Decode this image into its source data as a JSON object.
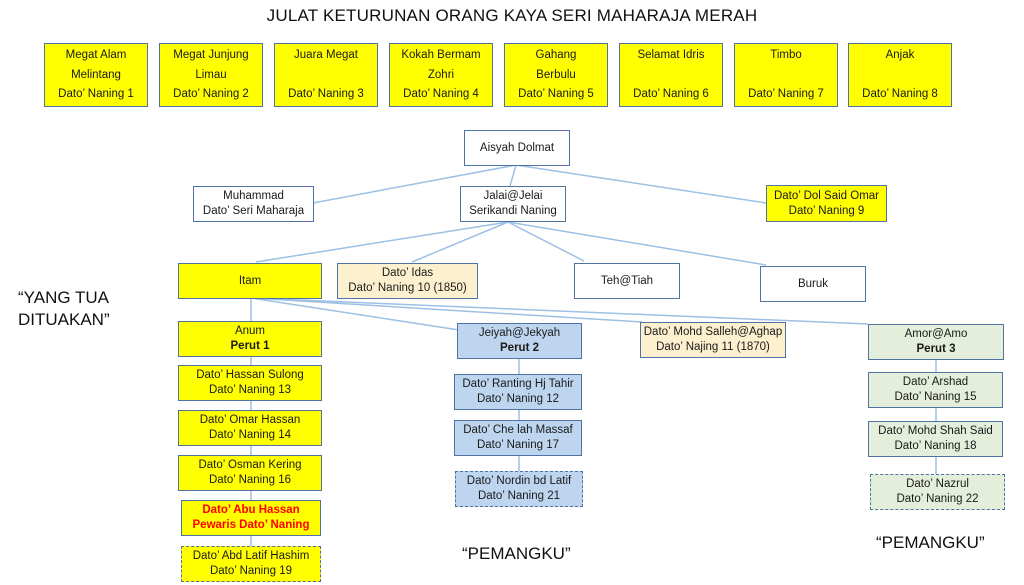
{
  "title": "JULAT KETURUNAN ORANG KAYA SERI MAHARAJA MERAH",
  "top_row": [
    {
      "line1": "Megat Alam",
      "line2": "Melintang",
      "line3": "Dato’ Naning 1"
    },
    {
      "line1": "Megat Junjung",
      "line2": "Limau",
      "line3": "Dato’ Naning 2"
    },
    {
      "line1": "Juara Megat",
      "line2": "",
      "line3": "Dato’ Naning 3"
    },
    {
      "line1": "Kokah Bermam",
      "line2": "Zohri",
      "line3": "Dato’ Naning 4"
    },
    {
      "line1": "Gahang",
      "line2": "Berbulu",
      "line3": "Dato’ Naning 5"
    },
    {
      "line1": "Selamat Idris",
      "line2": "",
      "line3": "Dato’ Naning 6"
    },
    {
      "line1": "Timbo",
      "line2": "",
      "line3": "Dato’ Naning 7"
    },
    {
      "line1": "Anjak",
      "line2": "",
      "line3": "Dato’ Naning  8"
    }
  ],
  "tree": {
    "aisyah": {
      "line1": "Aisyah Dolmat"
    },
    "muhammad": {
      "line1": "Muhammad",
      "line2": "Dato’ Seri Maharaja"
    },
    "jalai": {
      "line1": "Jalai@Jelai",
      "line2": "Serikandi Naning"
    },
    "dol_said": {
      "line1": "Dato’ Dol Said Omar",
      "line2": "Dato’ Naning 9"
    },
    "itam": {
      "line1": "Itam"
    },
    "idas": {
      "line1": "Dato’ Idas",
      "line2": "Dato’ Naning 10 (1850)"
    },
    "teh": {
      "line1": "Teh@Tiah"
    },
    "buruk": {
      "line1": "Buruk"
    },
    "anum": {
      "line1": "Anum",
      "line2": "Perut 1"
    },
    "jeiyah": {
      "line1": "Jeiyah@Jekyah",
      "line2": "Perut 2"
    },
    "mohd_salleh": {
      "line1": "Dato’ Mohd Salleh@Aghap",
      "line2": "Dato’ Najing 11 (1870)"
    },
    "amor": {
      "line1": "Amor@Amo",
      "line2": "Perut 3"
    },
    "perut1": [
      {
        "line1": "Dato’ Hassan Sulong",
        "line2": "Dato’ Naning 13"
      },
      {
        "line1": "Dato’ Omar Hassan",
        "line2": "Dato’ Naning 14"
      },
      {
        "line1": "Dato’ Osman Kering",
        "line2": "Dato’ Naning 16"
      },
      {
        "line1": "Dato’ Abu Hassan",
        "line2": "Pewaris Dato’ Naning"
      },
      {
        "line1": "Dato’ Abd Latif Hashim",
        "line2": "Dato’ Naning 19"
      }
    ],
    "perut2": [
      {
        "line1": "Dato’ Ranting Hj Tahir",
        "line2": "Dato’ Naning 12"
      },
      {
        "line1": "Dato’ Che lah Massaf",
        "line2": "Dato’ Naning 17"
      },
      {
        "line1": "Dato’ Nordin bd Latif",
        "line2": "Dato’ Naning 21"
      }
    ],
    "perut3": [
      {
        "line1": "Dato’ Arshad",
        "line2": "Dato’ Naning 15"
      },
      {
        "line1": "Dato’ Mohd Shah  Said",
        "line2": "Dato’ Naning 18"
      },
      {
        "line1": "Dato’ Nazrul",
        "line2": "Dato’ Naning 22"
      }
    ]
  },
  "labels": {
    "yang_tua": "“YANG TUA DITUAKAN”",
    "yang_tua_line1": "“YANG TUA",
    "yang_tua_line2": "DITUAKAN”",
    "pemangku_left": "“PEMANGKU”",
    "pemangku_right": "“PEMANGKU”"
  },
  "colors": {
    "yellow": "#ffff00",
    "cream": "#fdf0cf",
    "blue": "#bdd5ee",
    "green": "#e3efda",
    "border": "#4f74a4",
    "connector": "#9dc0e4",
    "highlight_text": "#ff0000"
  }
}
